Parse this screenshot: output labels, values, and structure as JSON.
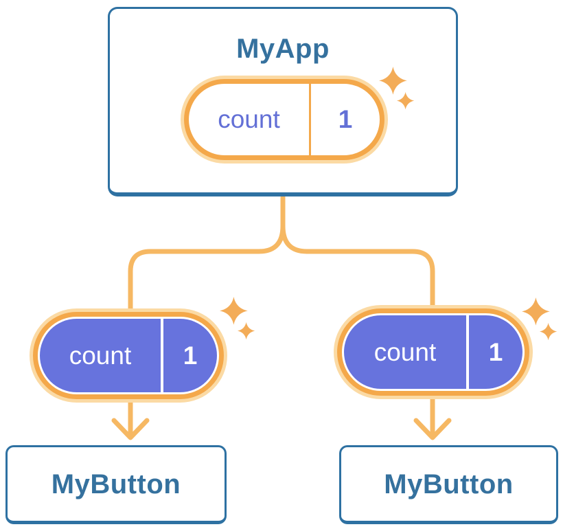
{
  "diagram": {
    "root": {
      "title": "MyApp",
      "pill": {
        "label": "count",
        "value": "1"
      }
    },
    "children": [
      {
        "title": "MyButton",
        "pill": {
          "label": "count",
          "value": "1"
        }
      },
      {
        "title": "MyButton",
        "pill": {
          "label": "count",
          "value": "1"
        }
      }
    ]
  },
  "icons": {
    "sparkle": "four-point-star",
    "arrow": "down-arrow"
  },
  "colors": {
    "blue_border": "#2e71a2",
    "blue_text": "#35719e",
    "orange_line": "#f6b863",
    "orange_border": "#f4a84a",
    "orange_halo": "#fbdaa4",
    "purple_fill": "#6773dd",
    "purple_text": "#6370d6",
    "sparkle": "#f3ac58",
    "card_bg": "#ffffff",
    "page_bg": "#ffffff"
  }
}
